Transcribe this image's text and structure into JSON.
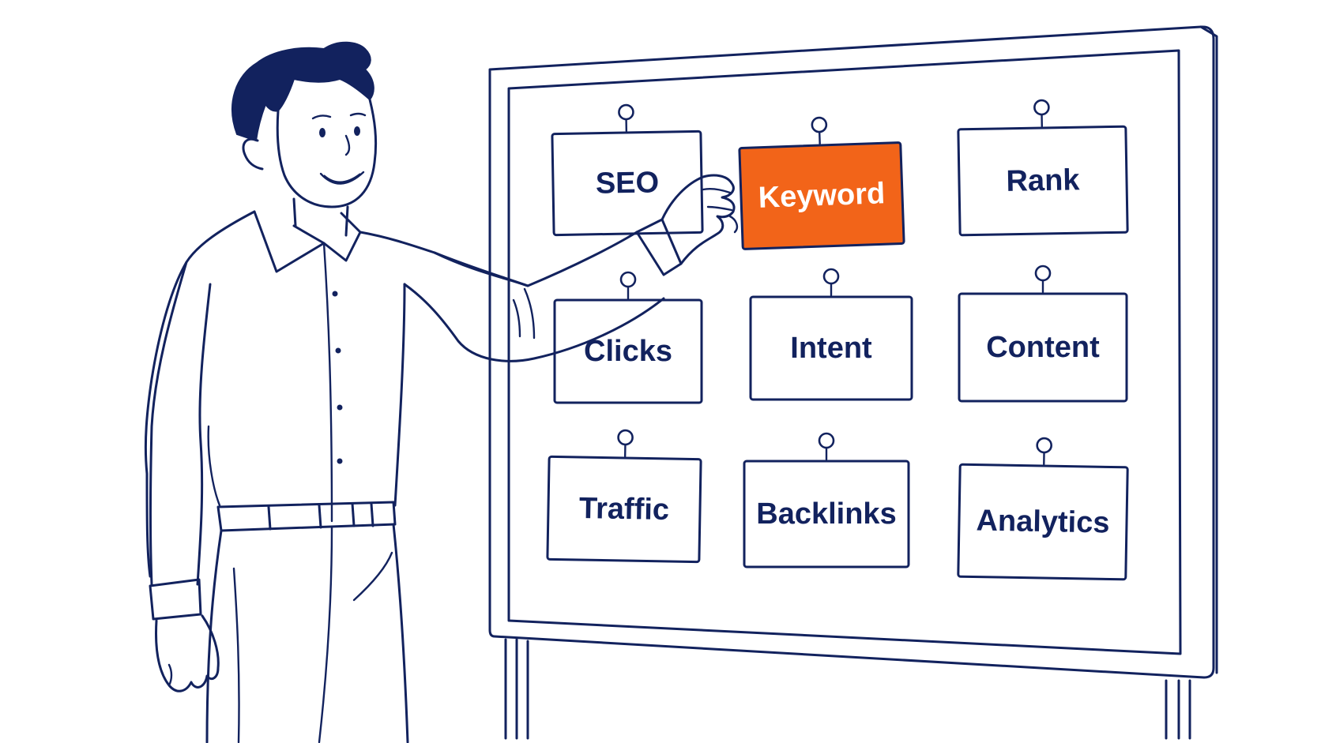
{
  "cards": [
    {
      "id": "seo",
      "label": "SEO",
      "highlighted": false
    },
    {
      "id": "keyword",
      "label": "Keyword",
      "highlighted": true
    },
    {
      "id": "rank",
      "label": "Rank",
      "highlighted": false
    },
    {
      "id": "clicks",
      "label": "Clicks",
      "highlighted": false
    },
    {
      "id": "intent",
      "label": "Intent",
      "highlighted": false
    },
    {
      "id": "content",
      "label": "Content",
      "highlighted": false
    },
    {
      "id": "traffic",
      "label": "Traffic",
      "highlighted": false
    },
    {
      "id": "backlinks",
      "label": "Backlinks",
      "highlighted": false
    },
    {
      "id": "analytics",
      "label": "Analytics",
      "highlighted": false
    }
  ],
  "colors": {
    "ink": "#12225e",
    "accent": "#f26419",
    "background": "#ffffff"
  }
}
